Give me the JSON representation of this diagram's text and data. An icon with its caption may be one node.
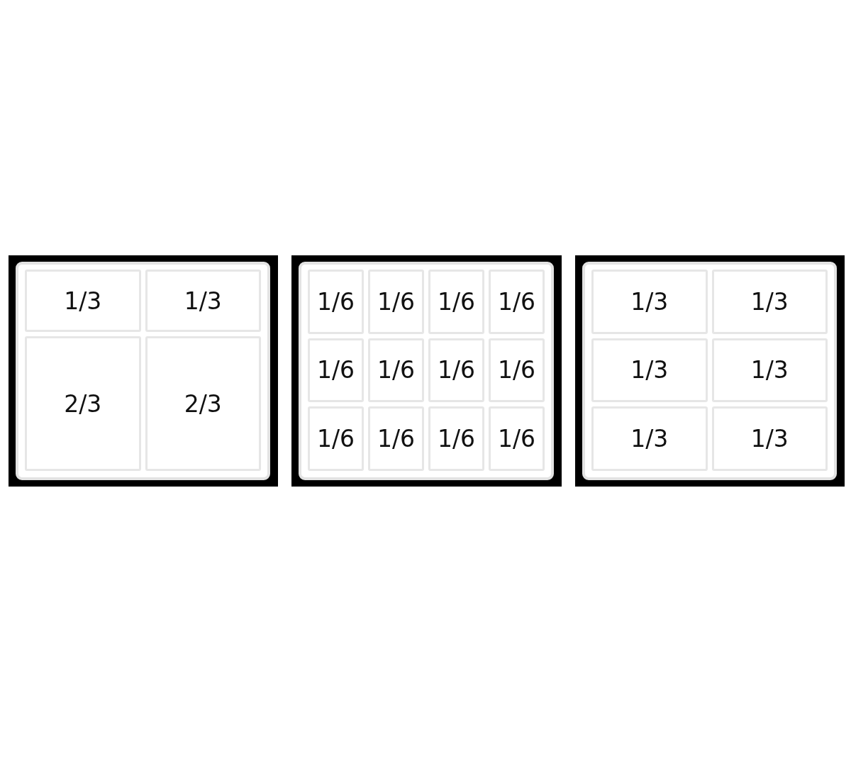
{
  "diagram": {
    "nodes": [
      {
        "text": [],
        "shape": "box"
      },
      {
        "text": [
          "1/3"
        ],
        "in": 0
      },
      {
        "text": [
          "1/3"
        ],
        "in": 0
      },
      {
        "text": [
          "2/3"
        ],
        "in": 0
      },
      {
        "text": [
          "2/3"
        ],
        "in": 0
      },
      {
        "text": [],
        "shape": "box"
      },
      {
        "text": [
          "1/6"
        ],
        "in": 5
      },
      {
        "text": [
          "1/6"
        ],
        "in": 5
      },
      {
        "text": [
          "1/6"
        ],
        "in": 5
      },
      {
        "text": [
          "1/6"
        ],
        "in": 5
      },
      {
        "text": [
          "1/6"
        ],
        "in": 5
      },
      {
        "text": [
          "1/6"
        ],
        "in": 5
      },
      {
        "text": [
          "1/6"
        ],
        "in": 5
      },
      {
        "text": [
          "1/6"
        ],
        "in": 5
      },
      {
        "text": [
          "1/6"
        ],
        "in": 5
      },
      {
        "text": [
          "1/6"
        ],
        "in": 5
      },
      {
        "text": [
          "1/6"
        ],
        "in": 5
      },
      {
        "text": [
          "1/6"
        ],
        "in": 5
      },
      {
        "text": [],
        "shape": "box"
      },
      {
        "text": [
          "1/3"
        ],
        "in": 18
      },
      {
        "text": [
          "1/3"
        ],
        "in": 18
      },
      {
        "text": [
          "1/3"
        ],
        "in": 18
      },
      {
        "text": [
          "1/3"
        ],
        "in": 18
      },
      {
        "text": [
          "1/3"
        ],
        "in": 18
      },
      {
        "text": [
          "1/3"
        ],
        "in": 18
      }
    ]
  }
}
